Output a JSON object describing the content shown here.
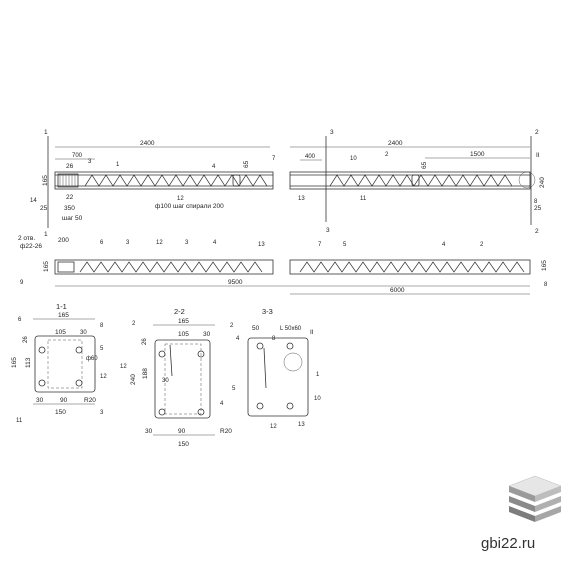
{
  "top_view": {
    "sec1_top": "1",
    "sec1_bot": "1",
    "len_left": "2400",
    "len_right": "2400",
    "d700": "700",
    "d26": "26",
    "d22": "22",
    "d350": "350",
    "d25": "25",
    "d165": "165",
    "d65": "65",
    "d400": "400",
    "d65b": "65",
    "d1500": "1500",
    "d240": "240",
    "d25b": "25",
    "sec2_top": "2",
    "sec2_bot": "2",
    "sec3_top": "3",
    "sec3_bot": "3",
    "step50": "шаг 50",
    "spiral": "ф100 шаг спирали 200",
    "callout_II": "II",
    "pos": [
      "1",
      "2",
      "3",
      "4",
      "7",
      "8",
      "10",
      "11",
      "12",
      "13",
      "14"
    ]
  },
  "mid_view": {
    "holes": "2 отв.",
    "holes_d": "ф22-26",
    "d200": "200",
    "d165": "165",
    "d165b": "165",
    "len9500": "9500",
    "len6000": "6000",
    "pos": [
      "9",
      "6",
      "3",
      "12",
      "3",
      "4",
      "13",
      "7",
      "5",
      "4",
      "2",
      "8"
    ]
  },
  "sec_1": {
    "title": "1-1",
    "d165": "165",
    "d105": "105",
    "d30": "30",
    "d26": "26",
    "d113": "113",
    "d165v": "165",
    "d30b": "30",
    "d90": "90",
    "d150": "150",
    "r20": "R20",
    "d60": "ф60",
    "pos": [
      "6",
      "8",
      "5",
      "12",
      "11",
      "3"
    ]
  },
  "sec_2": {
    "title": "2-2",
    "d165": "165",
    "d105": "105",
    "d30": "30",
    "d26": "26",
    "d188": "188",
    "d240": "240",
    "d30b": "30",
    "d90": "90",
    "d150": "150",
    "d30c": "30",
    "r20": "R20",
    "pos": [
      "2",
      "12",
      "4"
    ]
  },
  "sec_3": {
    "title": "3-3",
    "d50": "50",
    "angle": "L 50x60",
    "callout_II": "II",
    "pos": [
      "2",
      "4",
      "8",
      "5",
      "1",
      "10",
      "12",
      "13"
    ]
  },
  "brand": {
    "site": "gbi22.ru",
    "logo_icon": "stacked-slabs-icon"
  }
}
